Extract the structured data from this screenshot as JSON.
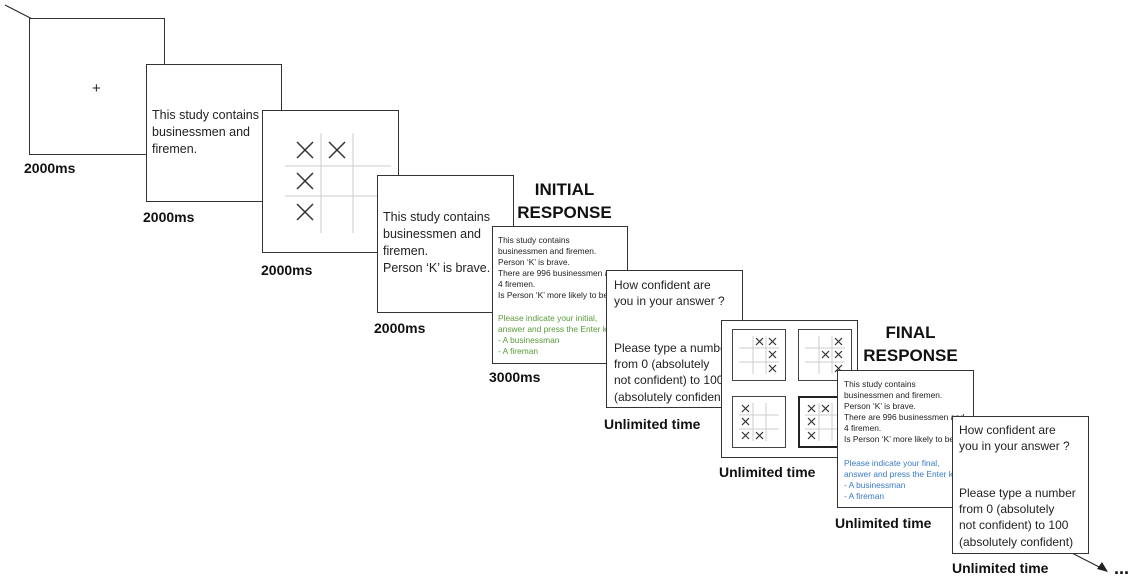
{
  "screens": {
    "fixation": {
      "symbol": "+",
      "timing": "2000ms"
    },
    "intro": {
      "text": "This study contains\nbusinessmen and\nfiremen.",
      "timing": "2000ms"
    },
    "dot_matrix": {
      "timing": "2000ms"
    },
    "stereotype": {
      "text": "This study contains\nbusinessmen and\nfiremen.\nPerson ‘K’ is brave.",
      "timing": "2000ms"
    },
    "initial_response": {
      "label_line1": "INITIAL",
      "label_line2": "RESPONSE",
      "problem_text": "This study contains\nbusinessmen and firemen.\nPerson ‘K’ is brave.\nThere are 996 businessmen and\n4 firemen.\nIs Person ‘K’ more likely to be:",
      "instruction_text": "Please indicate your initial,\nanswer and press the Enter key\n- A businessman\n- A fireman",
      "timing": "3000ms"
    },
    "confidence_1": {
      "question": "How confident are\nyou in your answer ?",
      "instruction": "Please type a number\nfrom 0 (absolutely\nnot confident) to 100\n(absolutely confident)",
      "timing": "Unlimited time"
    },
    "matrix_recall": {
      "timing": "Unlimited time"
    },
    "final_response": {
      "label_line1": "FINAL",
      "label_line2": "RESPONSE",
      "problem_text": "This study contains\nbusinessmen and firemen.\nPerson ‘K’ is brave.\nThere are 996 businessmen and\n4 firemen.\nIs Person ‘K’ more likely to be:",
      "instruction_text": "Please indicate your final,\nanswer and press the Enter key\n- A businessman\n- A fireman",
      "timing": "Unlimited time"
    },
    "confidence_2": {
      "question": "How confident are\nyou in your answer ?",
      "instruction": "Please type a number\nfrom 0 (absolutely\nnot confident) to 100\n(absolutely confident)",
      "timing": "Unlimited time"
    }
  },
  "ellipsis": "...",
  "colors": {
    "initial_instruction": "#5a9a3a",
    "final_instruction": "#3a7ac8"
  }
}
